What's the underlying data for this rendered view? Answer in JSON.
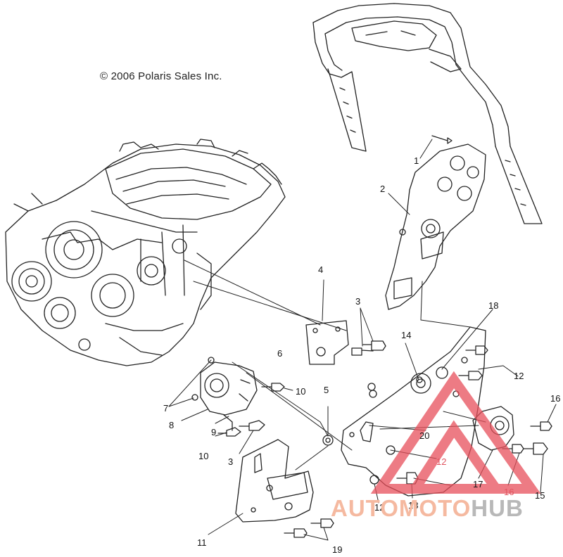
{
  "copyright": "© 2006 Polaris Sales Inc.",
  "callouts": [
    {
      "id": "c1",
      "label": "1"
    },
    {
      "id": "c2",
      "label": "2"
    },
    {
      "id": "c3a",
      "label": "3"
    },
    {
      "id": "c3b",
      "label": "3"
    },
    {
      "id": "c4",
      "label": "4"
    },
    {
      "id": "c5",
      "label": "5"
    },
    {
      "id": "c6",
      "label": "6"
    },
    {
      "id": "c7",
      "label": "7"
    },
    {
      "id": "c8",
      "label": "8"
    },
    {
      "id": "c9",
      "label": "9"
    },
    {
      "id": "c10a",
      "label": "10"
    },
    {
      "id": "c10b",
      "label": "10"
    },
    {
      "id": "c11",
      "label": "11"
    },
    {
      "id": "c12a",
      "label": "12"
    },
    {
      "id": "c12b",
      "label": "12"
    },
    {
      "id": "c12c",
      "label": "12"
    },
    {
      "id": "c13",
      "label": "13"
    },
    {
      "id": "c14",
      "label": "14"
    },
    {
      "id": "c15",
      "label": "15"
    },
    {
      "id": "c16a",
      "label": "16"
    },
    {
      "id": "c16b",
      "label": "16"
    },
    {
      "id": "c17",
      "label": "17"
    },
    {
      "id": "c18",
      "label": "18"
    },
    {
      "id": "c19",
      "label": "19"
    },
    {
      "id": "c20",
      "label": "20"
    }
  ],
  "watermark": {
    "part1": "AUTO",
    "part2": "MOTO",
    "part3": "HUB"
  },
  "colors": {
    "line": "#222222",
    "watermark_red": "#e8505b",
    "watermark_orange": "#f5b9a0",
    "watermark_gray": "#b8b8b8"
  }
}
